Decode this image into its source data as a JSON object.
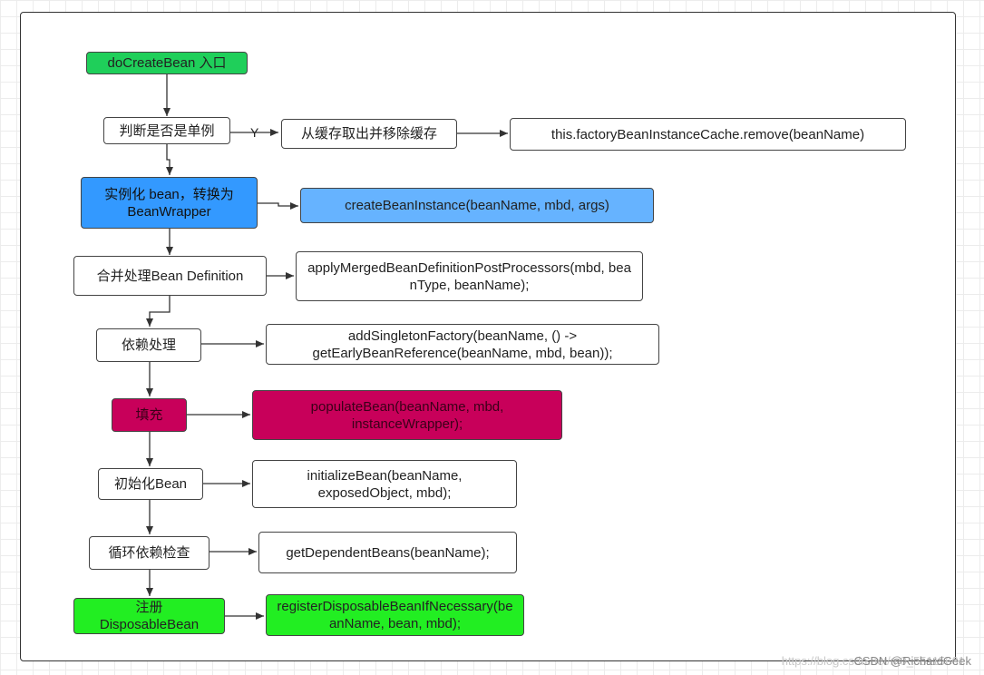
{
  "nodes": {
    "entry": "doCreateBean 入口",
    "singleton_check": "判断是否是单例",
    "remove_cache": "从缓存取出并移除缓存",
    "remove_call": "this.factoryBeanInstanceCache.remove(beanName)",
    "instantiate": "实例化 bean，转换为 BeanWrapper",
    "create_instance": "createBeanInstance(beanName, mbd, args)",
    "merge": "合并处理Bean Definition",
    "merge_call": "applyMergedBeanDefinitionPostProcessors(mbd, beanType, beanName);",
    "dependency": "依赖处理",
    "dependency_call_line1": "addSingletonFactory(beanName, () ->",
    "dependency_call_line2": "getEarlyBeanReference(beanName, mbd, bean));",
    "populate": "填充",
    "populate_call": "populateBean(beanName, mbd, instanceWrapper);",
    "init": "初始化Bean",
    "init_call": "initializeBean(beanName, exposedObject, mbd);",
    "circular_check": "循环依赖检查",
    "circular_call": "getDependentBeans(beanName);",
    "register": "注册 DisposableBean",
    "register_call": "registerDisposableBeanIfNecessary(beanName, bean, mbd);"
  },
  "edge_labels": {
    "yes": "Y"
  },
  "watermark": {
    "faint": "https://blog.csdn.net/m0_55115661",
    "text": "CSDN @RichardGeek"
  },
  "colors": {
    "entry": "#1fcf5a",
    "instantiate": "#3399ff",
    "create_instance": "#66b3ff",
    "populate": "#c8005a",
    "register": "#22ee22"
  }
}
